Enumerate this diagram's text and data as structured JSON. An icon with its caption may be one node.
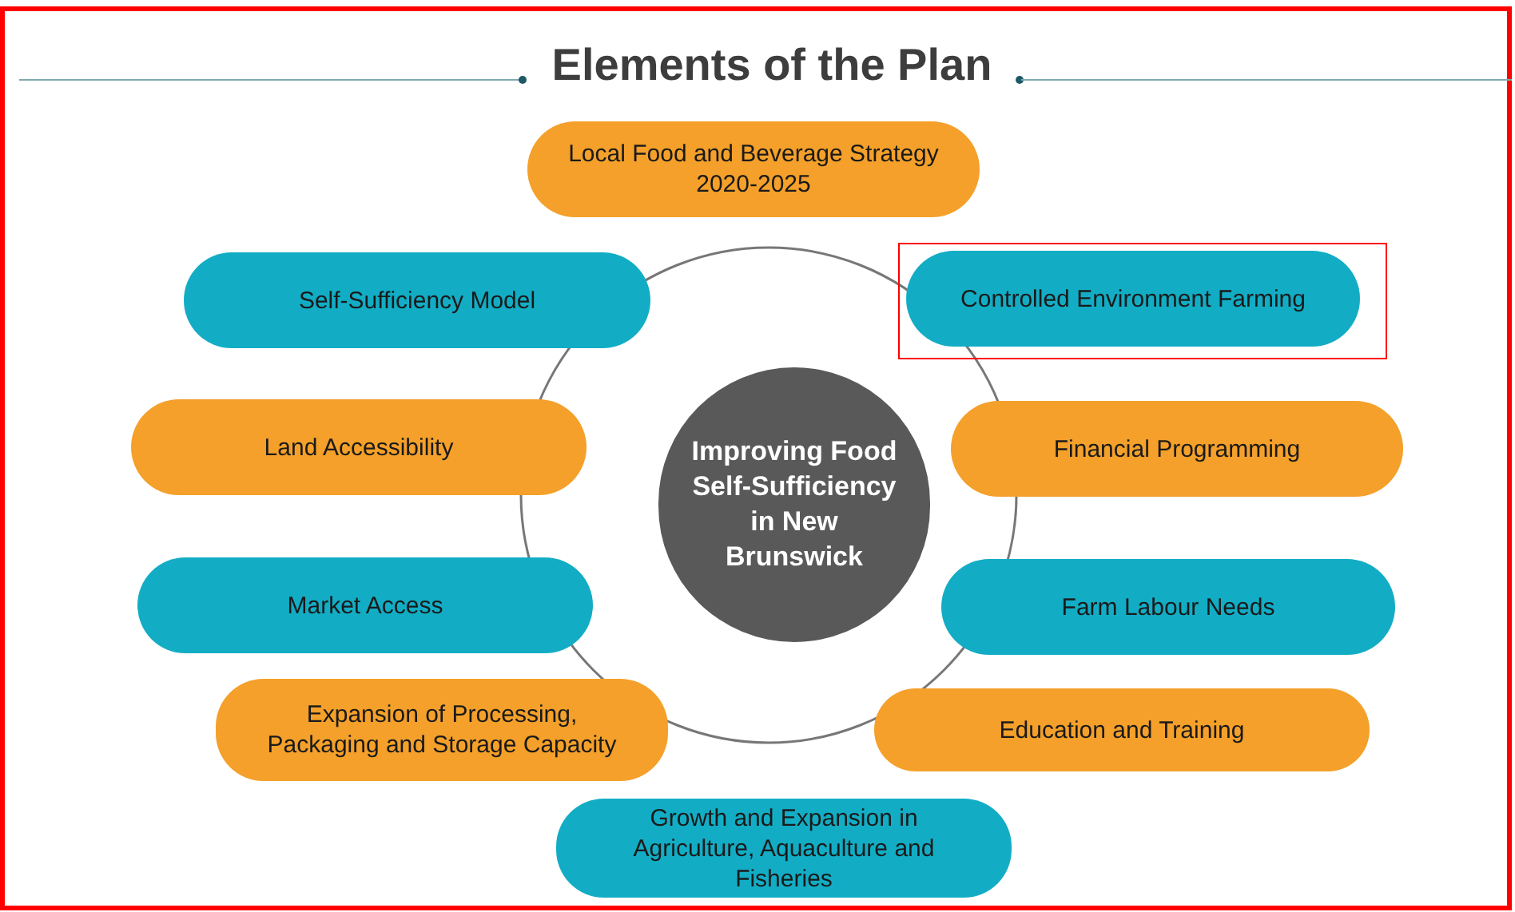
{
  "diagram": {
    "title": "Elements of the Plan",
    "nodes": [
      {
        "text": [
          "Local Food and Beverage Strategy 2020-2025"
        ]
      },
      {
        "text": [
          "Self-Sufficiency Model"
        ]
      },
      {
        "text": [
          "Controlled Environment Farming"
        ]
      },
      {
        "text": [
          "Land Accessibility"
        ]
      },
      {
        "text": [
          "Improving Food Self-Sufficiency in New Brunswick"
        ]
      },
      {
        "text": [
          "Financial Programming"
        ]
      },
      {
        "text": [
          "Market Access"
        ]
      },
      {
        "text": [
          "Farm Labour Needs"
        ]
      },
      {
        "text": [
          "Expansion of Processing, Packaging and Storage Capacity"
        ]
      },
      {
        "text": [
          "Education and Training"
        ]
      },
      {
        "text": [
          "Growth and Expansion in Agriculture, Aquaculture and Fisheries"
        ]
      }
    ]
  }
}
